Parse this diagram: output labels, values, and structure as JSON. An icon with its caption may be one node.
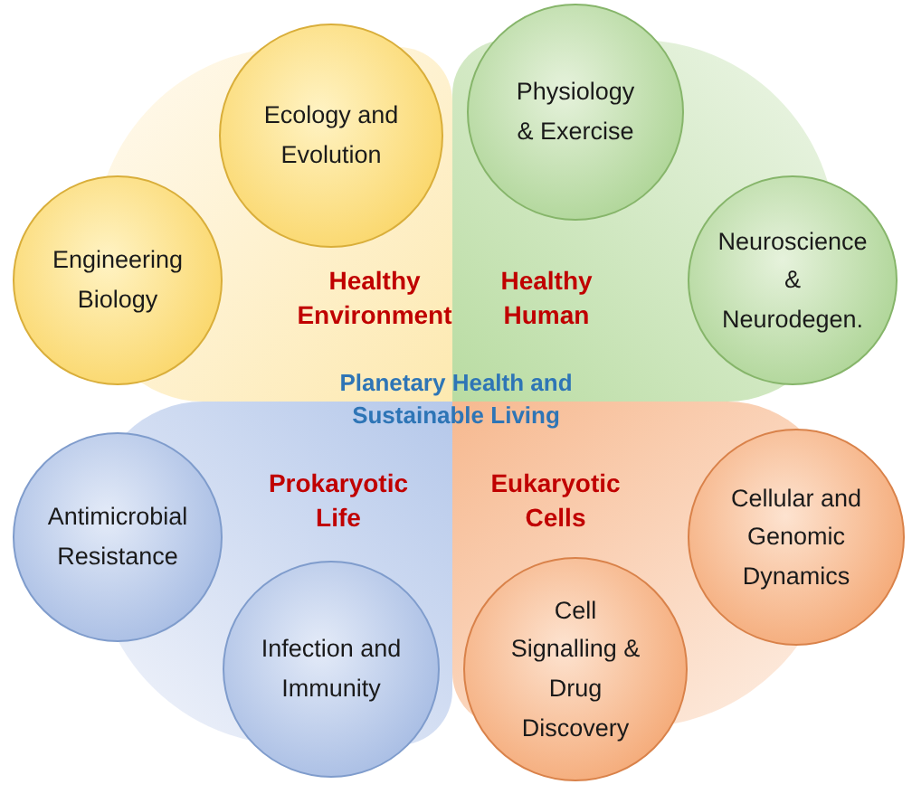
{
  "diagram": {
    "nodes": [
      {
        "text": [
          "Healthy Environment"
        ]
      },
      {
        "text": [
          "Ecology and Evolution"
        ]
      },
      {
        "text": [
          "Engineering Biology"
        ]
      },
      {
        "text": [
          "Healthy Human"
        ]
      },
      {
        "text": [
          "Physiology & Exercise"
        ]
      },
      {
        "text": [
          "Neuroscience & Neurodegen."
        ]
      },
      {
        "text": [
          "Prokaryotic Life"
        ]
      },
      {
        "text": [
          "Antimicrobial Resistance"
        ]
      },
      {
        "text": [
          "Infection and Immunity"
        ]
      },
      {
        "text": [
          "Eukaryotic Cells"
        ]
      },
      {
        "text": [
          "Cellular and Genomic Dynamics"
        ]
      },
      {
        "text": [
          "Cell Signalling & Drug Discovery"
        ]
      }
    ],
    "labels": [
      "Planetary Health and Sustainable Living"
    ]
  }
}
